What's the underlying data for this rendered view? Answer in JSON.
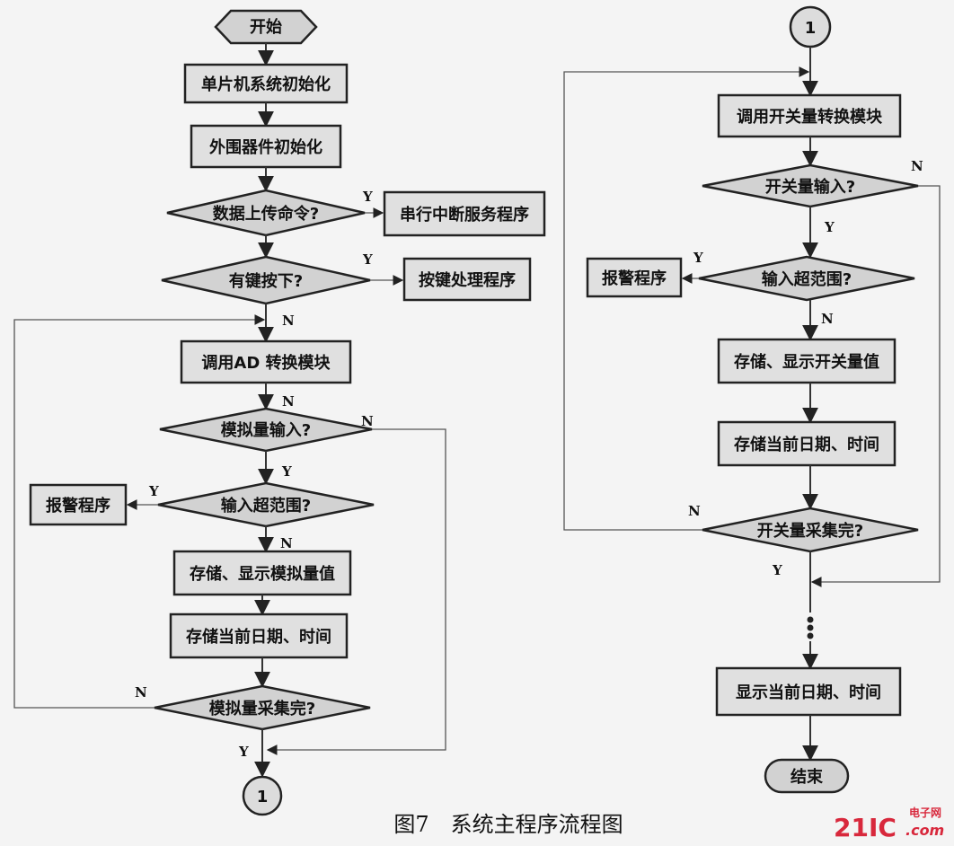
{
  "nodes": {
    "start": "开始",
    "mcu_init": "单片机系统初始化",
    "periph_init": "外围器件初始化",
    "upload_q": "数据上传命令?",
    "serial_isr": "串行中断服务程序",
    "key_q": "有键按下?",
    "key_proc": "按键处理程序",
    "call_ad": "调用AD 转换模块",
    "analog_in_q": "模拟量输入?",
    "over_range_q1": "输入超范围?",
    "alarm1": "报警程序",
    "store_analog": "存储、显示模拟量值",
    "store_time1": "存储当前日期、时间",
    "analog_done_q": "模拟量采集完?",
    "connector_out": "1",
    "connector_in": "1",
    "call_switch": "调用开关量转换模块",
    "switch_in_q": "开关量输入?",
    "over_range_q2": "输入超范围?",
    "alarm2": "报警程序",
    "store_switch": "存储、显示开关量值",
    "store_time2": "存储当前日期、时间",
    "switch_done_q": "开关量采集完?",
    "show_time": "显示当前日期、时间",
    "end": "结束"
  },
  "labels": {
    "yes": "Y",
    "no": "N"
  },
  "caption": "图7　系统主程序流程图",
  "watermark": {
    "brand": "21IC",
    "cn": "电子网",
    "domain": ".com"
  }
}
